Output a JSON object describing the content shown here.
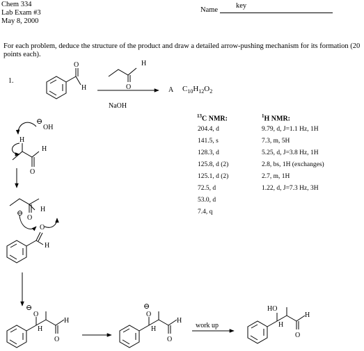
{
  "header": {
    "course": "Chem 334",
    "exam": "Lab Exam #3",
    "date": "May 8, 2000",
    "name_label": "Name",
    "name_value": "key"
  },
  "instructions": "For each problem, deduce the structure of the product and draw a detailed arrow-pushing mechanism for its formation (20 points each).",
  "problem": {
    "number": "1.",
    "reagent": "NaOH",
    "product_label": "A",
    "formula": {
      "c": "C",
      "c_n": "10",
      "h": "H",
      "h_n": "12",
      "o": "O",
      "o_n": "2"
    }
  },
  "c13": {
    "title_sup": "13",
    "title_text": "C NMR:",
    "peaks": [
      "204.4, d",
      "141.5, s",
      "128.3, d",
      "125.8, d (2)",
      "125.1, d (2)",
      "72.5, d",
      "53.0, d",
      "7.4, q"
    ]
  },
  "h1": {
    "title_sup": "1",
    "title_text": "H NMR:",
    "peaks": [
      "9.79, d, J=1.1 Hz, 1H",
      "7.3, m, 5H",
      "5.25, d, J=3.8 Hz, 1H",
      "2.8, bs, 1H (exchanges)",
      "2.7, m, 1H",
      "1.22, d, J=7.3 Hz, 3H"
    ]
  },
  "labels": {
    "H": "H",
    "O": "O",
    "OH": "OH",
    "HO": "HO",
    "minus": "⊖",
    "workup": "work up"
  }
}
